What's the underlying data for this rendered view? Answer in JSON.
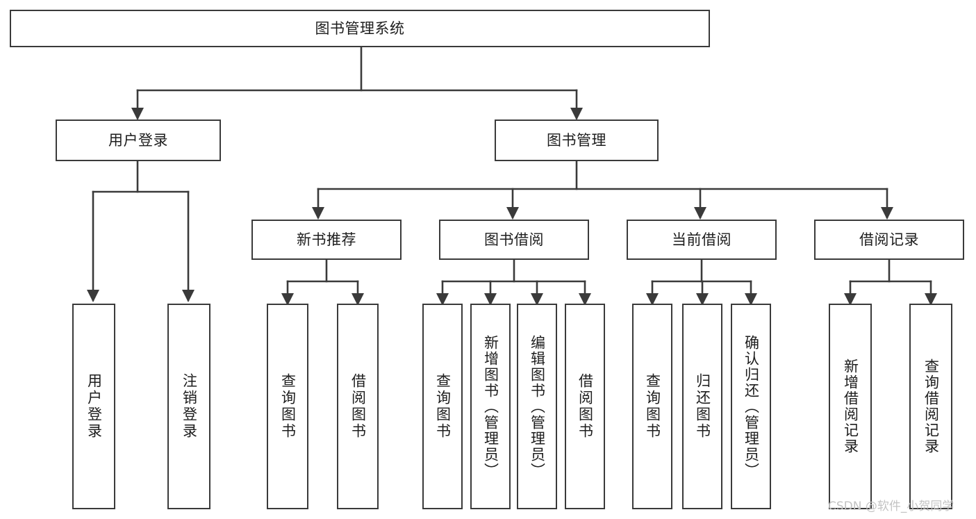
{
  "diagram": {
    "title": "图书管理系统",
    "type": "tree",
    "orientation": "top-down",
    "colors": {
      "background": "#ffffff",
      "node_border": "#3a3a3a",
      "node_fill": "#ffffff",
      "edge": "#3a3a3a",
      "text": "#1d1d1d",
      "watermark": "#c3c3c3"
    }
  },
  "watermark": {
    "text": "CSDN @软件_小贺同学"
  },
  "nodes": {
    "root": {
      "label": "图书管理系统"
    },
    "level2": [
      {
        "id": "user-login",
        "label": "用户登录"
      },
      {
        "id": "book-manage",
        "label": "图书管理"
      }
    ],
    "level3": [
      {
        "id": "new-book-recommend",
        "label": "新书推荐"
      },
      {
        "id": "book-borrow",
        "label": "图书借阅"
      },
      {
        "id": "current-borrow",
        "label": "当前借阅"
      },
      {
        "id": "borrow-record",
        "label": "借阅记录"
      }
    ],
    "leaves": [
      {
        "id": "leaf-user-login",
        "label": "用户登录",
        "parent": "user-login"
      },
      {
        "id": "leaf-user-logout",
        "label": "注销登录",
        "parent": "user-login"
      },
      {
        "id": "leaf-query-book-1",
        "label": "查询图书",
        "parent": "new-book-recommend"
      },
      {
        "id": "leaf-borrow-book-1",
        "label": "借阅图书",
        "parent": "new-book-recommend"
      },
      {
        "id": "leaf-query-book-2",
        "label": "查询图书",
        "parent": "book-borrow"
      },
      {
        "id": "leaf-add-book",
        "label": "新增图书（管理员）",
        "parent": "book-borrow"
      },
      {
        "id": "leaf-edit-book",
        "label": "编辑图书（管理员）",
        "parent": "book-borrow"
      },
      {
        "id": "leaf-borrow-book-2",
        "label": "借阅图书",
        "parent": "book-borrow"
      },
      {
        "id": "leaf-query-book-3",
        "label": "查询图书",
        "parent": "current-borrow"
      },
      {
        "id": "leaf-return-book",
        "label": "归还图书",
        "parent": "current-borrow"
      },
      {
        "id": "leaf-confirm-return",
        "label": "确认归还（管理员）",
        "parent": "current-borrow"
      },
      {
        "id": "leaf-add-record",
        "label": "新增借阅记录",
        "parent": "borrow-record"
      },
      {
        "id": "leaf-query-record",
        "label": "查询借阅记录",
        "parent": "borrow-record"
      }
    ]
  }
}
